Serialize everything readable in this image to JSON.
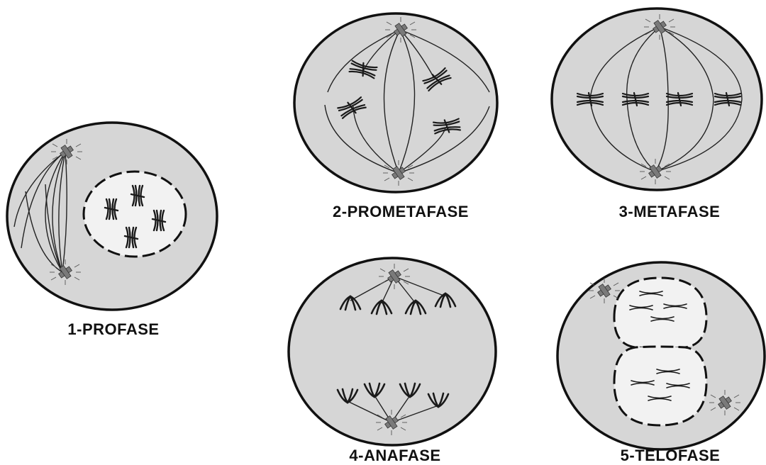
{
  "stages": [
    {
      "label": "1-PROFASE"
    },
    {
      "label": "2-PROMETAFASE"
    },
    {
      "label": "3-METAFASE"
    },
    {
      "label": "4-ANAFASE"
    },
    {
      "label": "5-TELOFASE"
    }
  ],
  "colors": {
    "cell_fill": "#d6d6d6",
    "nucleus_fill": "#f2f2f2",
    "outline": "#111111",
    "centrosome": "#7a7a7a"
  }
}
